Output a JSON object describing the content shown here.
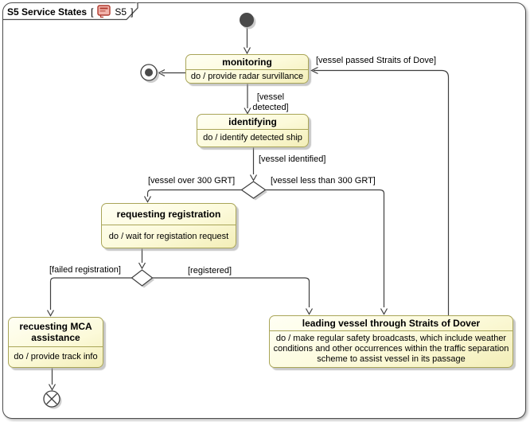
{
  "frame": {
    "title": "S5 Service States",
    "ref_open": "[",
    "ref_label": "S5",
    "ref_close": "]"
  },
  "states": {
    "monitoring": {
      "name": "monitoring",
      "activity": "do / provide radar survillance"
    },
    "identifying": {
      "name": "identifying",
      "activity": "do / identify detected ship"
    },
    "requesting_registration": {
      "name": "requesting registration",
      "activity": "do / wait for registation request"
    },
    "requesting_mca_assistance": {
      "name": "recuesting MCA assistance",
      "activity": "do / provide track info"
    },
    "leading_vessel": {
      "name": "leading vessel through Straits of Dover",
      "activity": "do / make regular safety broadcasts, which include weather conditions and other occurrences within the traffic separation scheme to assist vessel in its passage"
    }
  },
  "guards": {
    "vessel_passed": "[vessel passed Straits of Dove]",
    "vessel_detected": "[vessel detected]",
    "vessel_identified": "[vessel identified]",
    "vessel_over_300_grt": "[vessel over 300 GRT]",
    "vessel_less_300_grt": "[vessel less than 300 GRT]",
    "failed_registration": "[failed registration]",
    "registered": "[registered]"
  },
  "colors": {
    "state_border": "#a9a558",
    "state_fill": "#fbf8d8",
    "edge": "#3f3f3f",
    "frame_border": "#4d4d4d",
    "node_fill": "#4a4a4a",
    "icon_pink": "#f2b4ac",
    "icon_red": "#b03a2e"
  }
}
